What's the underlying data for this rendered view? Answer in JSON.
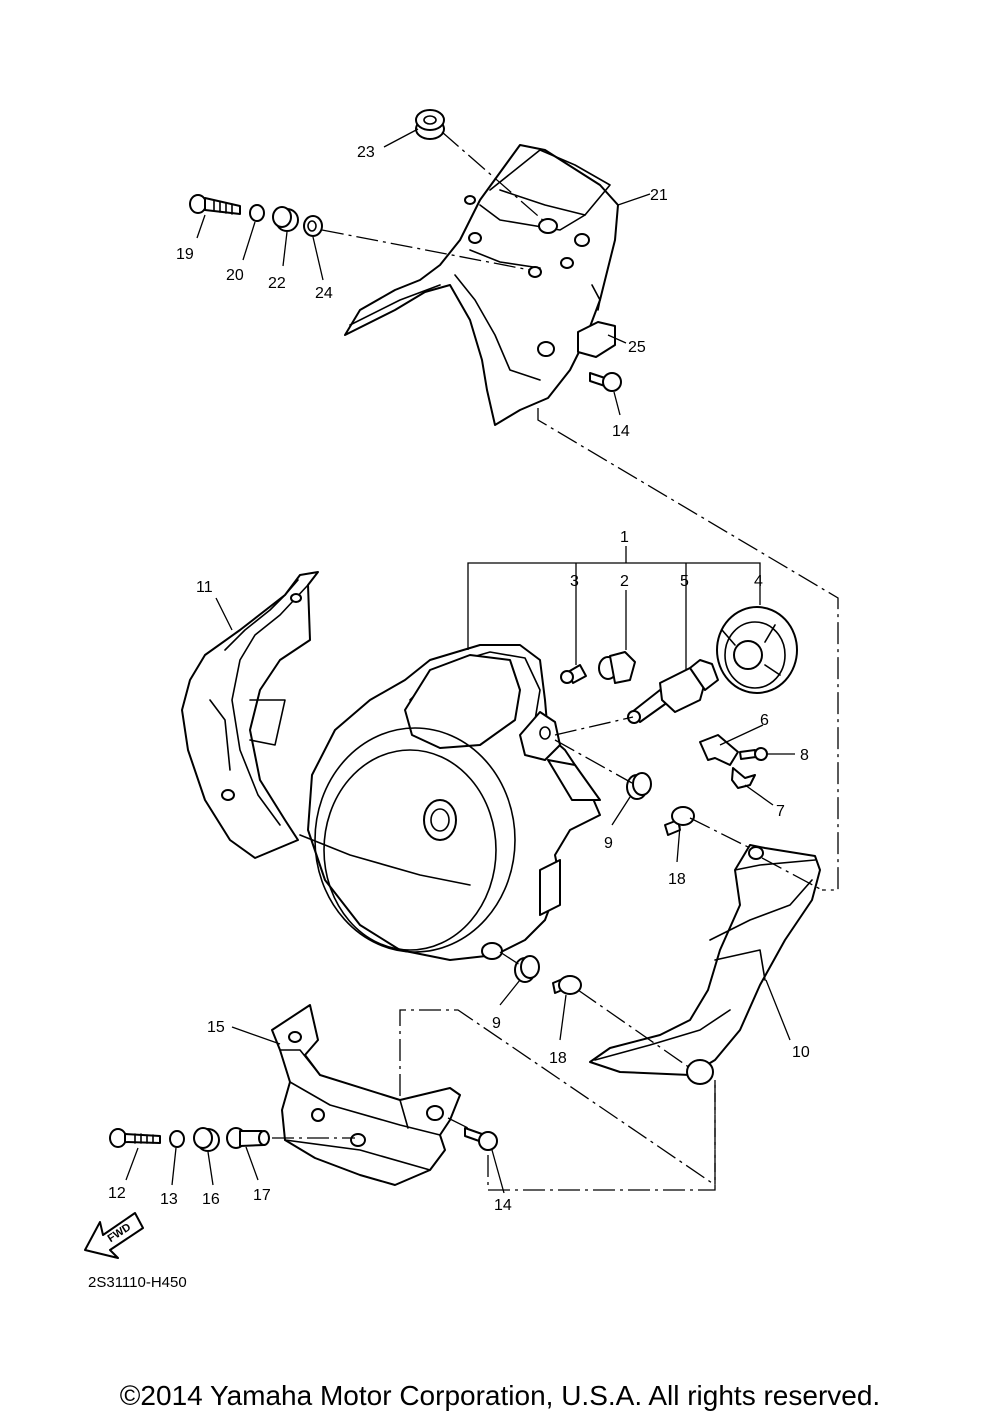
{
  "callouts": {
    "c1": "1",
    "c2": "2",
    "c3": "3",
    "c4": "4",
    "c5": "5",
    "c6": "6",
    "c7": "7",
    "c8": "8",
    "c9a": "9",
    "c9b": "9",
    "c10": "10",
    "c11": "11",
    "c12": "12",
    "c13": "13",
    "c14a": "14",
    "c14b": "14",
    "c15": "15",
    "c16": "16",
    "c17": "17",
    "c18a": "18",
    "c18b": "18",
    "c19": "19",
    "c20": "20",
    "c21": "21",
    "c22": "22",
    "c23": "23",
    "c24": "24",
    "c25": "25"
  },
  "fwd_label": "FWD",
  "diagram_code": "2S31110-H450",
  "copyright": "©2014 Yamaha Motor Corporation, U.S.A. All rights reserved."
}
